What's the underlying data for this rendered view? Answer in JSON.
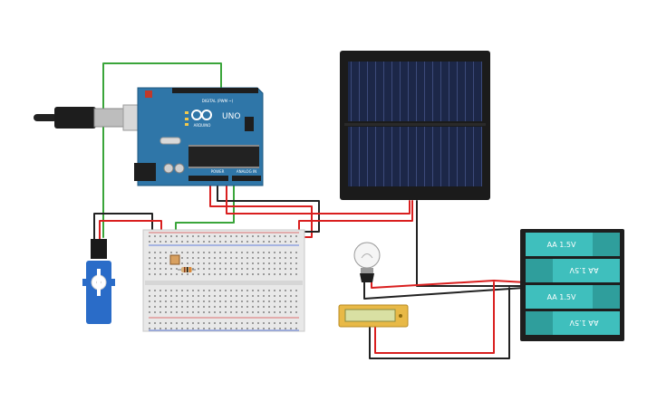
{
  "arduino": {
    "brand": "ARDUINO",
    "model": "UNO",
    "header_digital": "DIGITAL (PWM ~)",
    "header_power": "POWER",
    "header_analog": "ANALOG IN"
  },
  "batteries": {
    "cells": [
      {
        "label": "AA 1.5V"
      },
      {
        "label": "AA 1.5V"
      },
      {
        "label": "AA 1.5V"
      },
      {
        "label": "AA 1.5V"
      }
    ]
  },
  "colors": {
    "wire_red": "#d91f1f",
    "wire_black": "#222222",
    "wire_green": "#3aa53a",
    "arduino_board": "#2f76a8",
    "battery_cell": "#3fbfbd",
    "solar_panel": "#1e2a4a",
    "servo": "#2a6cc8",
    "lcd_frame": "#e8b947"
  },
  "icons": [
    "usb-plug-icon",
    "servo-icon",
    "light-bulb-icon",
    "solar-cell-icon"
  ]
}
